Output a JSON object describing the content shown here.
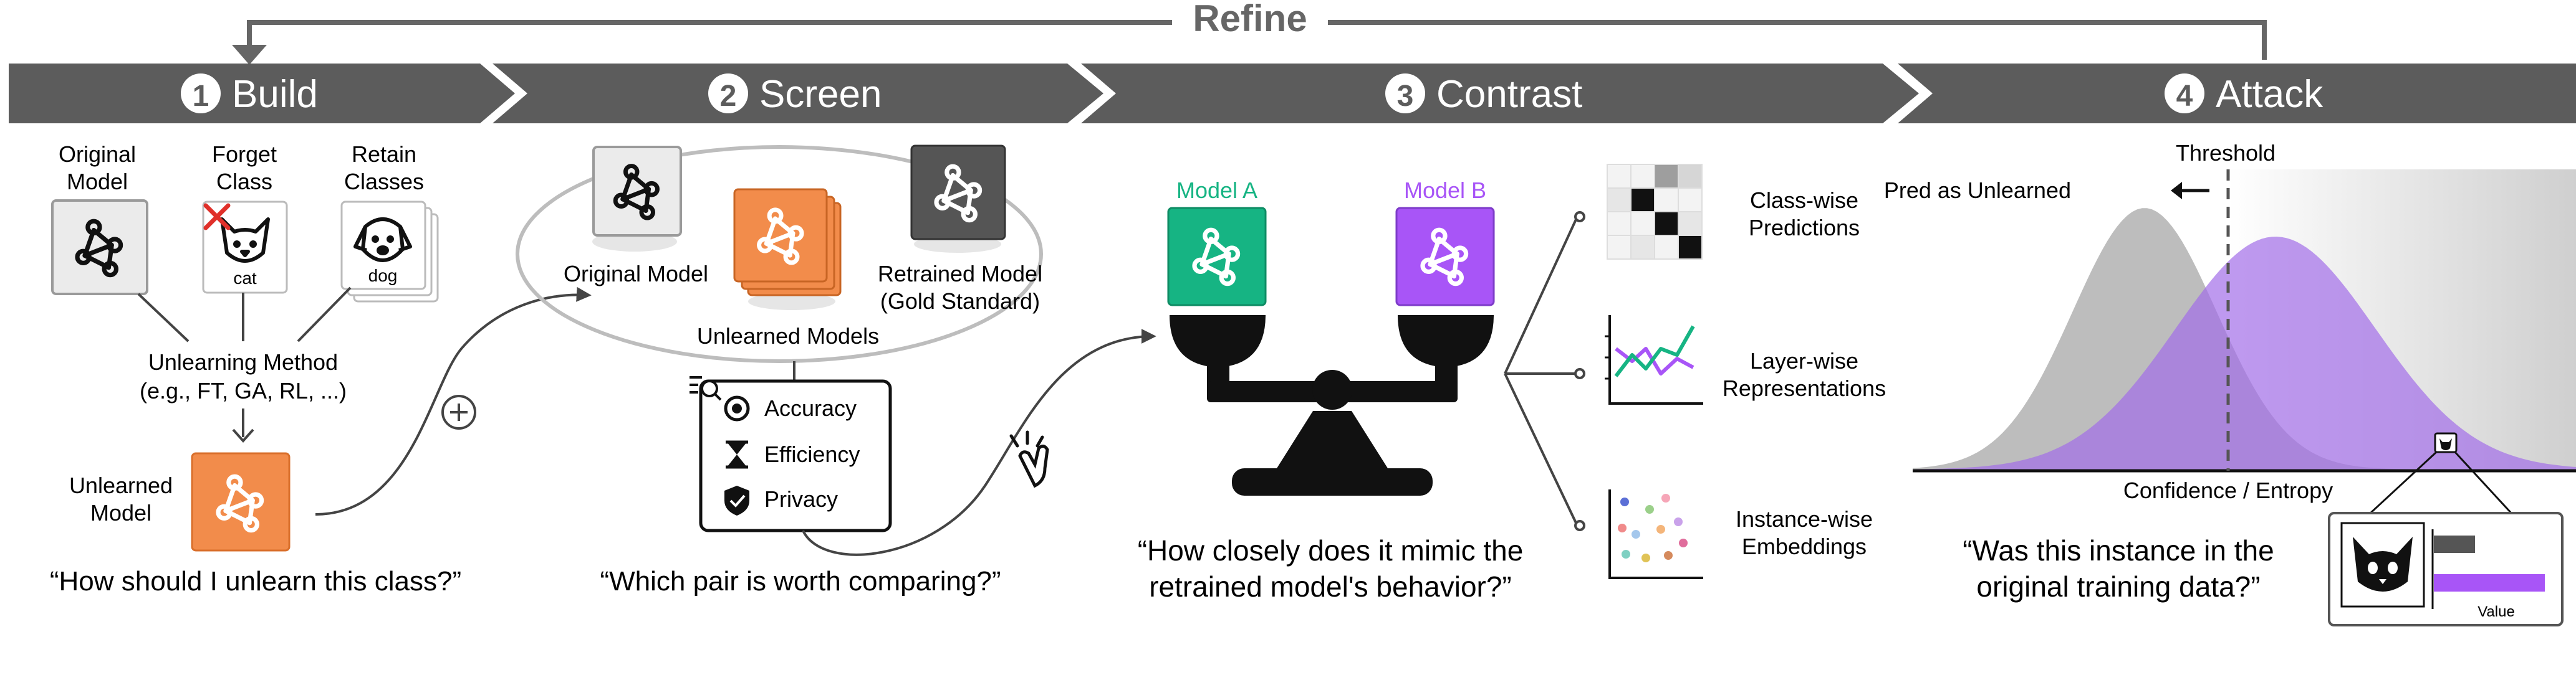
{
  "refine_label": "Refine",
  "banner": {
    "steps": [
      {
        "num": "1",
        "title": "Build"
      },
      {
        "num": "2",
        "title": "Screen"
      },
      {
        "num": "3",
        "title": "Contrast"
      },
      {
        "num": "4",
        "title": "Attack"
      }
    ]
  },
  "build": {
    "original_model_line1": "Original",
    "original_model_line2": "Model",
    "forget_class_line1": "Forget",
    "forget_class_line2": "Class",
    "retain_classes_line1": "Retain",
    "retain_classes_line2": "Classes",
    "cat_label": "cat",
    "dog_label": "dog",
    "method_line1": "Unlearning Method",
    "method_line2": "(e.g., FT, GA, RL, ...)",
    "unlearned_line1": "Unlearned",
    "unlearned_line2": "Model",
    "question": "“How should I unlearn this class?”"
  },
  "screen": {
    "original_model": "Original Model",
    "unlearned_models": "Unlearned Models",
    "retrained_line1": "Retrained Model",
    "retrained_line2": "(Gold Standard)",
    "metrics": [
      "Accuracy",
      "Efficiency",
      "Privacy"
    ],
    "question": "“Which pair is worth comparing?”"
  },
  "contrast": {
    "model_a": "Model A",
    "model_b": "Model B",
    "class_wise_line1": "Class-wise",
    "class_wise_line2": "Predictions",
    "layer_wise_line1": "Layer-wise",
    "layer_wise_line2": "Representations",
    "instance_wise_line1": "Instance-wise",
    "instance_wise_line2": "Embeddings",
    "question_line1": "“How closely does it mimic the",
    "question_line2": "retrained model's behavior?”"
  },
  "attack": {
    "threshold": "Threshold",
    "pred_label": "Pred as Unlearned",
    "x_axis": "Confidence / Entropy",
    "value_label": "Value",
    "question_line1": "“Was this instance in the",
    "question_line2": "original training data?”"
  },
  "colors": {
    "banner": "#5c5c5c",
    "orange": "#f28c4b",
    "green": "#16b483",
    "purple": "#a855f7",
    "dark_model": "#555555",
    "light_model": "#ececec",
    "gray_dist": "#bdbdbd",
    "purple_dist": "#a26ee8"
  }
}
